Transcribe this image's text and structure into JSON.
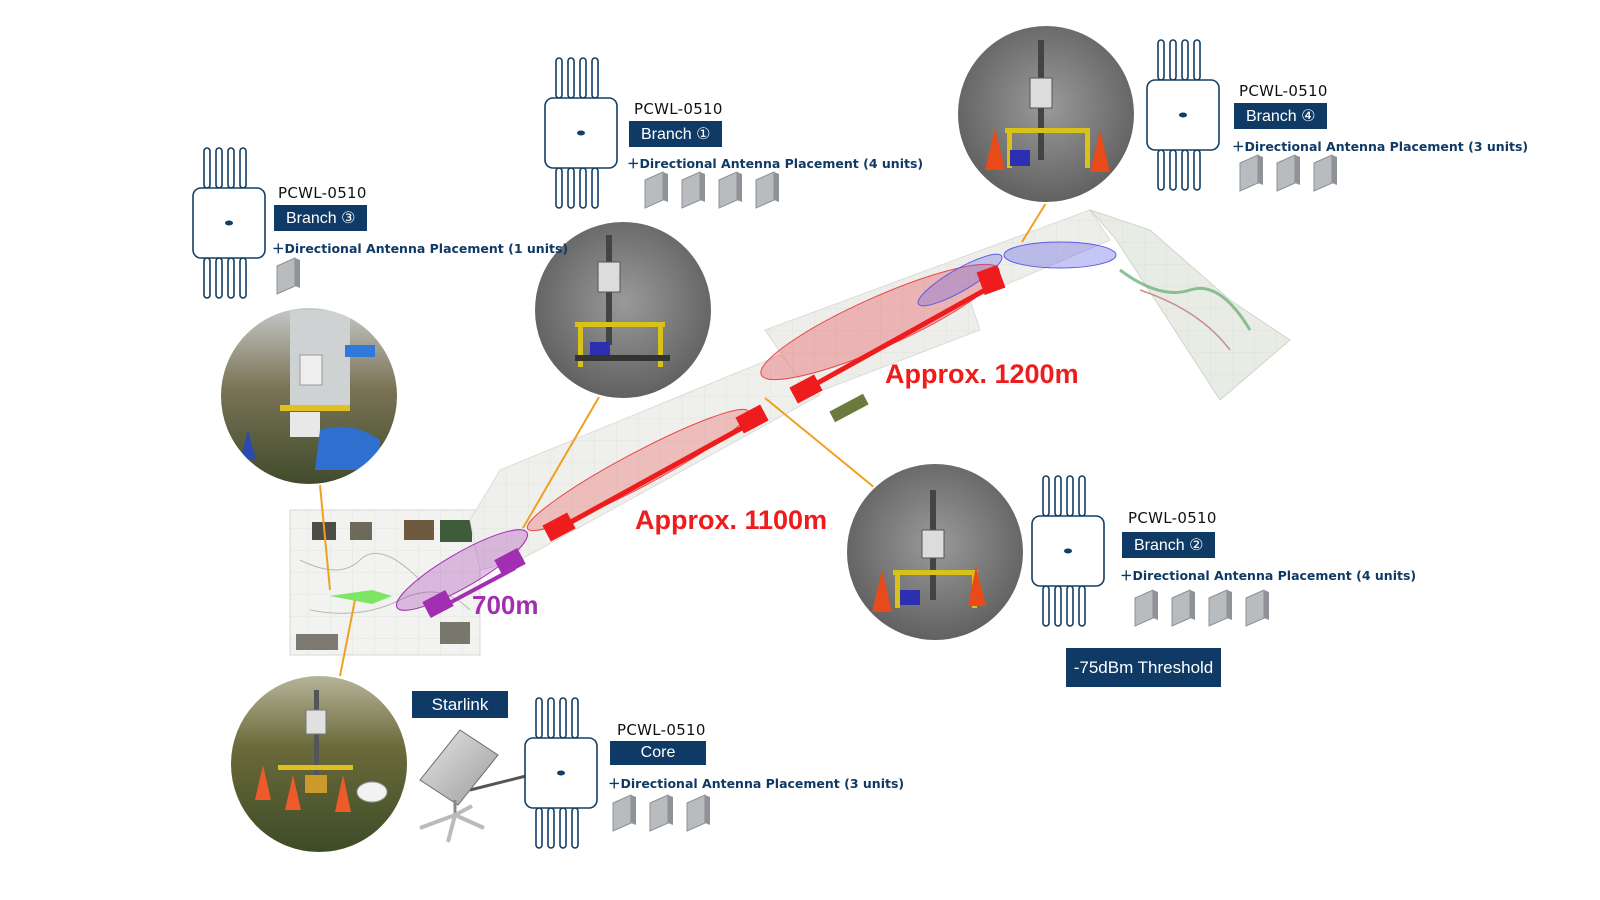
{
  "colors": {
    "navy": "#0f3a66",
    "red": "#ee1c1c",
    "purple": "#a22fb1",
    "orange": "#f0a020",
    "device_outline": "#123e63"
  },
  "devices": [
    {
      "id": "branch1",
      "model": "PCWL-0510",
      "label": "Branch ①",
      "placement": "＋Directional Antenna Placement (4 units)",
      "antenna_count": 4,
      "icon": "access-point-icon"
    },
    {
      "id": "branch2",
      "model": "PCWL-0510",
      "label": "Branch ②",
      "placement": "＋Directional Antenna Placement (4 units)",
      "antenna_count": 4,
      "icon": "access-point-icon"
    },
    {
      "id": "branch3",
      "model": "PCWL-0510",
      "label": "Branch ③",
      "placement": "＋Directional Antenna Placement (1 units)",
      "antenna_count": 1,
      "icon": "access-point-icon"
    },
    {
      "id": "branch4",
      "model": "PCWL-0510",
      "label": "Branch ④",
      "placement": "＋Directional Antenna Placement (3 units)",
      "antenna_count": 3,
      "icon": "access-point-icon"
    },
    {
      "id": "core",
      "model": "PCWL-0510",
      "label": "Core",
      "placement": "＋Directional Antenna Placement (3 units)",
      "antenna_count": 3,
      "icon": "access-point-icon"
    }
  ],
  "distances": {
    "d700": "700m",
    "d1100": "Approx. 1100m",
    "d1200": "Approx. 1200m"
  },
  "starlink": {
    "label": "Starlink",
    "icon": "starlink-dish-icon"
  },
  "threshold": {
    "label": "-75dBm Threshold"
  }
}
